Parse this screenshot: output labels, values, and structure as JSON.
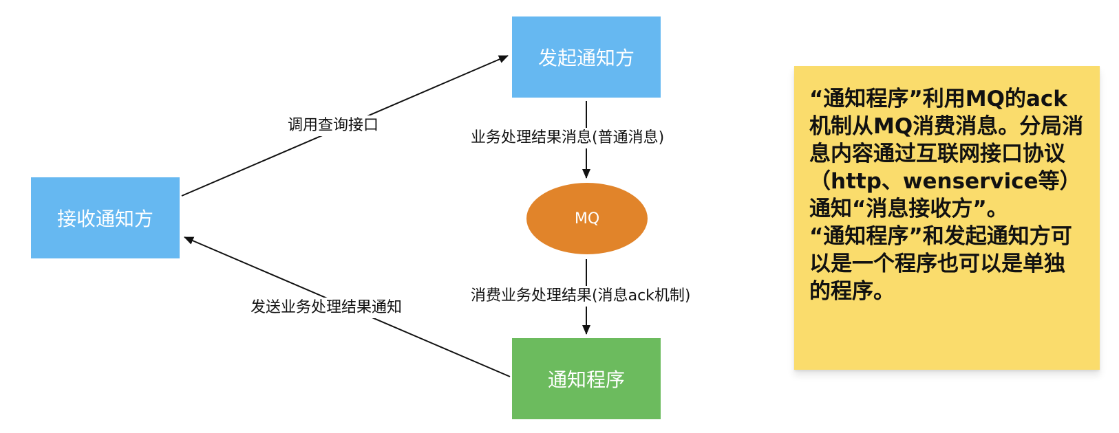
{
  "nodes": {
    "initiator": "发起通知方",
    "receiver": "接收通知方",
    "mq": "MQ",
    "program": "通知程序"
  },
  "edges": {
    "query": "调用查询接口",
    "normal_message": "业务处理结果消息(普通消息)",
    "ack_message": "消费业务处理结果(消息ack机制)",
    "send_result": "发送业务处理结果通知"
  },
  "note": {
    "paragraph_1": "“通知程序”利用MQ的ack机制从MQ消费消息。分局消息内容通过互联网接口协议（http、wenservice等）通知“消息接收方”。",
    "paragraph_2": "“通知程序”和发起通知方可以是一个程序也可以是单独的程序。"
  },
  "colors": {
    "box_blue": "#66b8f1",
    "box_green": "#6cbb5e",
    "ellipse_orange": "#e1842a",
    "note_yellow": "#fadc6c",
    "line": "#111111"
  }
}
